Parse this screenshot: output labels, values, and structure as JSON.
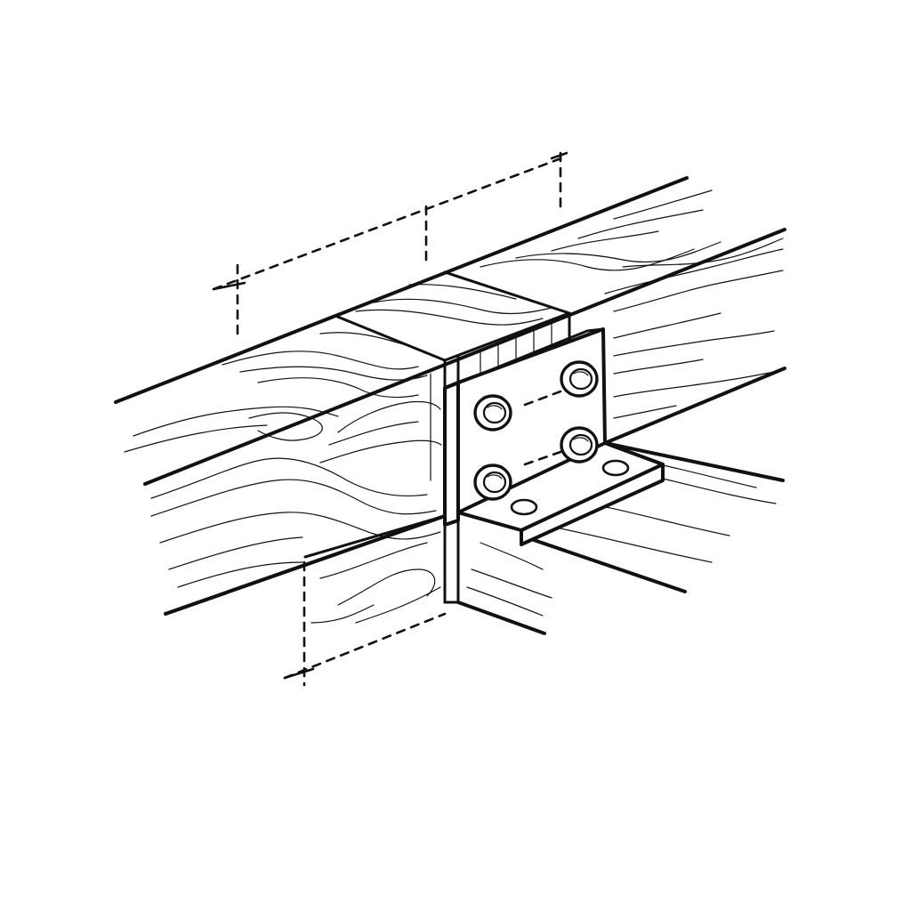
{
  "diagram": {
    "subject": "wood-beam-joint-with-angle-bracket",
    "colors": {
      "ink": "#111111",
      "background": "#ffffff"
    },
    "parts": {
      "main_beam": "timber-beam",
      "lower_beam": "timber-beam",
      "bracket": "steel-angle-bracket",
      "bolts_on_vertical_leg": 4,
      "holes_on_horizontal_leg": 2,
      "dimension_lines": "dashed-guides"
    }
  }
}
